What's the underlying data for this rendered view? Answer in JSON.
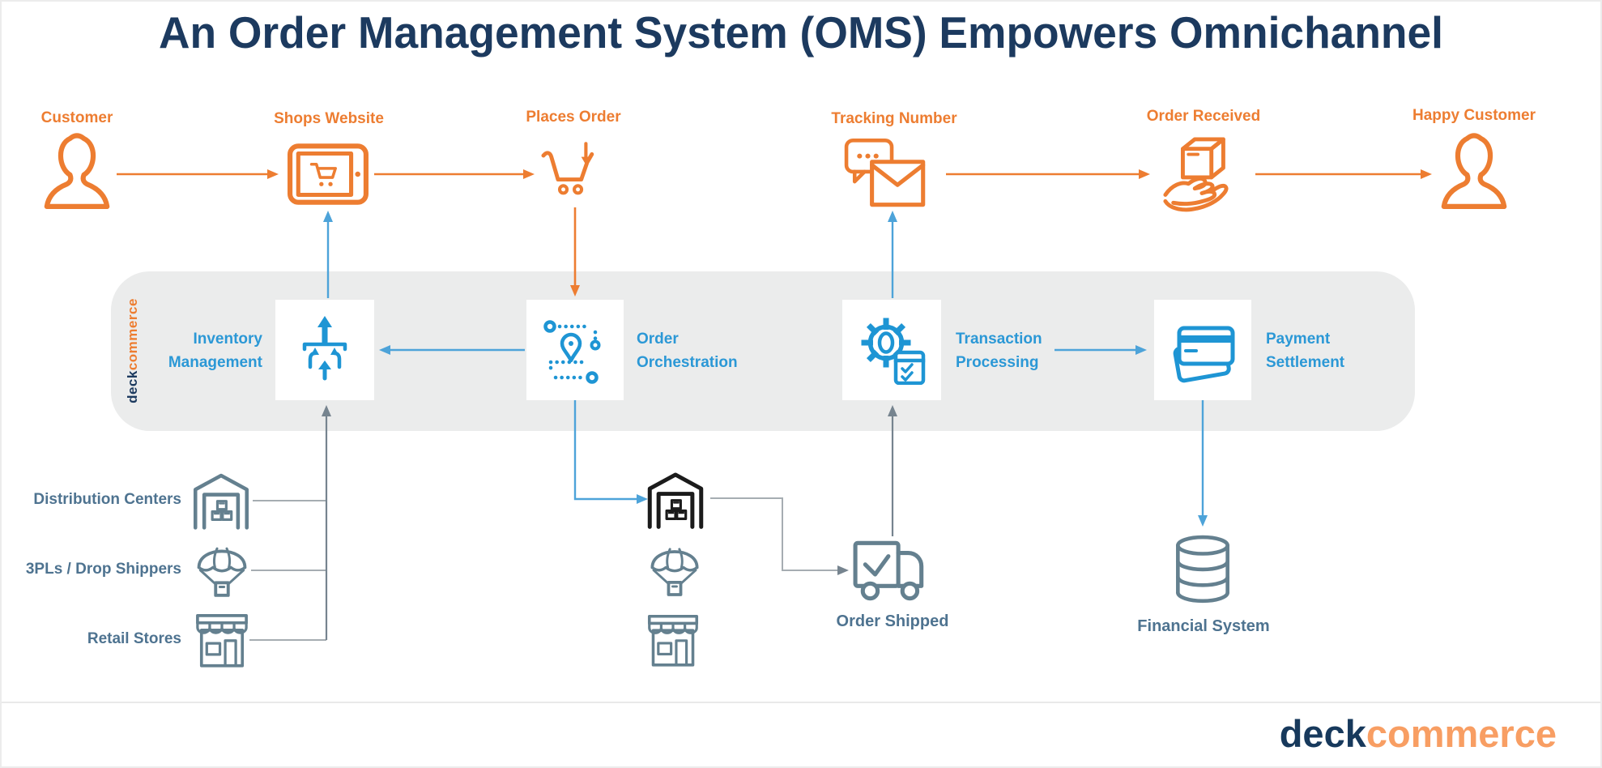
{
  "title": "An Order Management System (OMS) Empowers Omnichannel",
  "top_flow": {
    "steps": [
      {
        "label": "Customer",
        "icon": "customer-icon"
      },
      {
        "label": "Shops Website",
        "icon": "website-tablet-icon"
      },
      {
        "label": "Places Order",
        "icon": "shopping-cart-icon"
      },
      {
        "label": "Tracking Number",
        "icon": "message-envelope-icon"
      },
      {
        "label": "Order Received",
        "icon": "box-in-hand-icon"
      },
      {
        "label": "Happy Customer",
        "icon": "customer-icon"
      }
    ]
  },
  "oms_band": {
    "brand_deck": "deck",
    "brand_commerce": "commerce",
    "modules": [
      "Inventory Management",
      "Order Orchestration",
      "Transaction Processing",
      "Payment Settlement"
    ]
  },
  "fulfillment_sources": [
    "Distribution Centers",
    "3PLs / Drop Shippers",
    "Retail Stores"
  ],
  "labels": {
    "order_shipped": "Order Shipped",
    "financial_system": "Financial System"
  },
  "footer": {
    "deck": "deck",
    "commerce": "commerce"
  },
  "colors": {
    "orange": "#ed7d31",
    "navy": "#1c3a5f",
    "blue": "#1e95d4",
    "blue_text": "#2b98d6",
    "blue_line": "#4da3d9",
    "slate": "#64808f",
    "slate_text": "#4e7390",
    "line_gray": "#a6adb2",
    "band": "#ebecec",
    "logo_navy": "#17395c",
    "logo_orange": "#f89e63",
    "black_icon": "#1b1b1b"
  }
}
